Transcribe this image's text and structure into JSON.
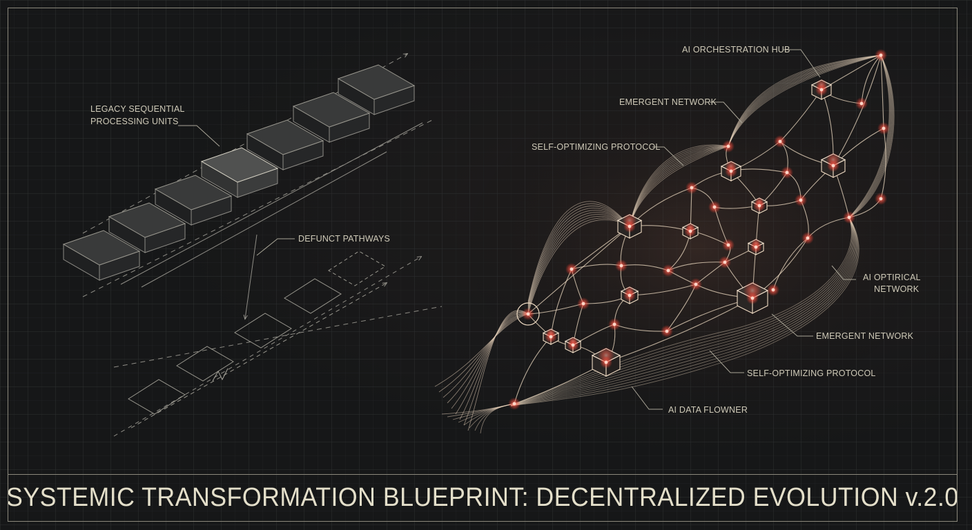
{
  "title": "SYSTEMIC TRANSFORMATION BLUEPRINT: DECENTRALIZED EVOLUTION v.2.0",
  "labels": {
    "legacy_line1": "LEGACY SEQUENTIAL",
    "legacy_line2": "PROCESSING UNITS",
    "defunct": "DEFUNCT PATHWAYS",
    "hub": "AI ORCHESTRATION HUB",
    "emergent_top": "EMERGENT NETWORK",
    "self_opt_top": "SELF-OPTIMIZING PROTOCOL",
    "optical_line1": "AI OPTIRICAL",
    "optical_line2": "NETWORK",
    "emergent_bottom": "EMERGENT NETWORK",
    "self_opt_bottom": "SELF-OPTIMIZING PROTOCOL",
    "data_flow": "AI DATA FLOWNER"
  },
  "colors": {
    "background": "#161718",
    "grid": "#2b2d2e",
    "frame": "#8b887c",
    "text": "#e4dfca",
    "network_line": "#f0dcc4",
    "node_glow": "#ff5a4a",
    "legacy_line": "#a7a59c"
  }
}
